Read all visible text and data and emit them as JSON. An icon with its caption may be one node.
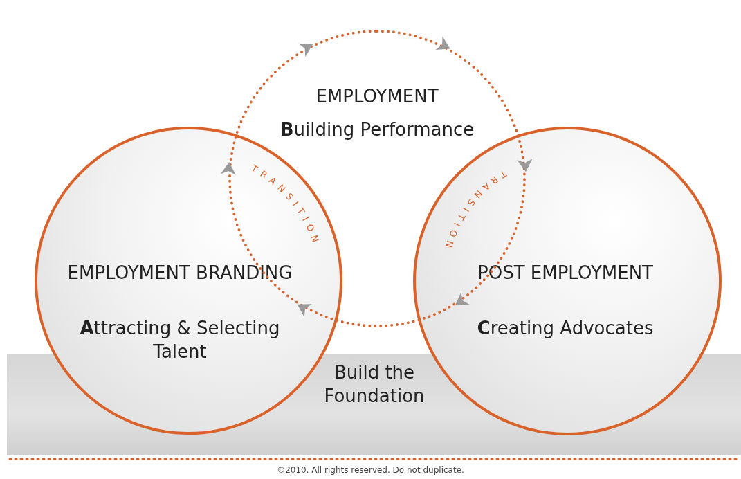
{
  "diagram": {
    "nodes": [
      {
        "text": [
          "EMPLOYMENT",
          "**B**uilding Performance"
        ]
      },
      {
        "text": [
          "EMPLOYMENT BRANDING",
          "**A**ttracting & Selecting Talent"
        ]
      },
      {
        "text": [
          "POST EMPLOYMENT",
          "**C**reating Advocates"
        ]
      },
      {
        "text": [
          "Build the Foundation"
        ]
      }
    ],
    "labels": [
      "TRANSITION",
      "TRANSITION",
      "©2010. All rights reserved. Do not duplicate."
    ]
  }
}
